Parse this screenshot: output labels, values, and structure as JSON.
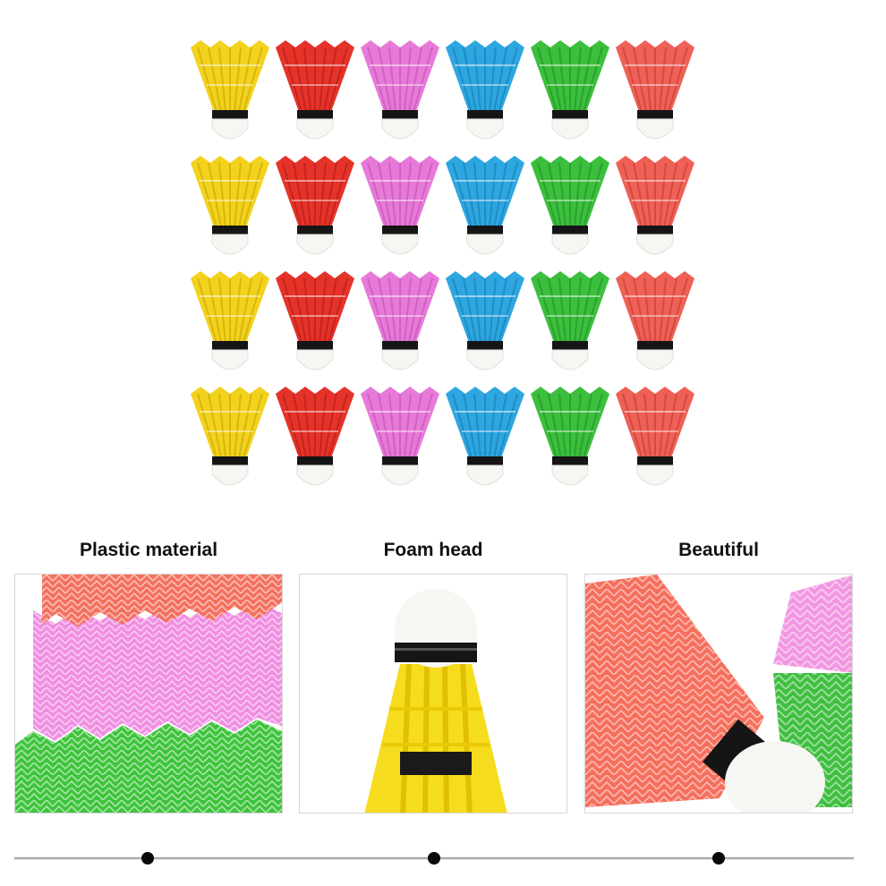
{
  "product_grid": {
    "rows": 4,
    "colors": [
      {
        "name": "yellow",
        "skirt": "#f2d21c",
        "dark": "#caa90a"
      },
      {
        "name": "red",
        "skirt": "#e5332a",
        "dark": "#b81e18"
      },
      {
        "name": "pink",
        "skirt": "#e77ad8",
        "dark": "#c557b7"
      },
      {
        "name": "blue",
        "skirt": "#2ea6e0",
        "dark": "#1a82b8"
      },
      {
        "name": "green",
        "skirt": "#3bbf3d",
        "dark": "#259527"
      },
      {
        "name": "coral",
        "skirt": "#ef6056",
        "dark": "#c94038"
      }
    ]
  },
  "features": [
    {
      "title": "Plastic material"
    },
    {
      "title": "Foam head"
    },
    {
      "title": "Beautiful"
    }
  ],
  "colors": {
    "foam": "#f6f6f2",
    "band": "#151515",
    "timeline": "#a9a9a9",
    "dot": "#0a0a0a"
  }
}
